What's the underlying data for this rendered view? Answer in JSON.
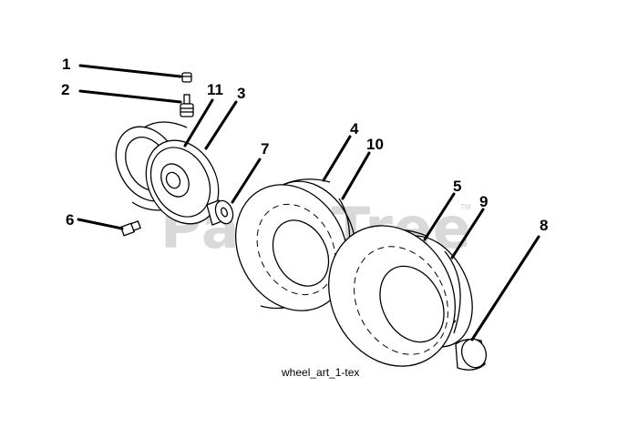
{
  "watermark": {
    "text": "PartsTree",
    "trademark": "TM"
  },
  "caption": "wheel_art_1-tex",
  "callouts": {
    "c1": "1",
    "c2": "2",
    "c3": "3",
    "c4": "4",
    "c5": "5",
    "c6": "6",
    "c7": "7",
    "c8": "8",
    "c9": "9",
    "c10": "10",
    "c11": "11"
  },
  "colors": {
    "line": "#000000",
    "watermark": "#d9d9d9",
    "background": "#ffffff"
  }
}
